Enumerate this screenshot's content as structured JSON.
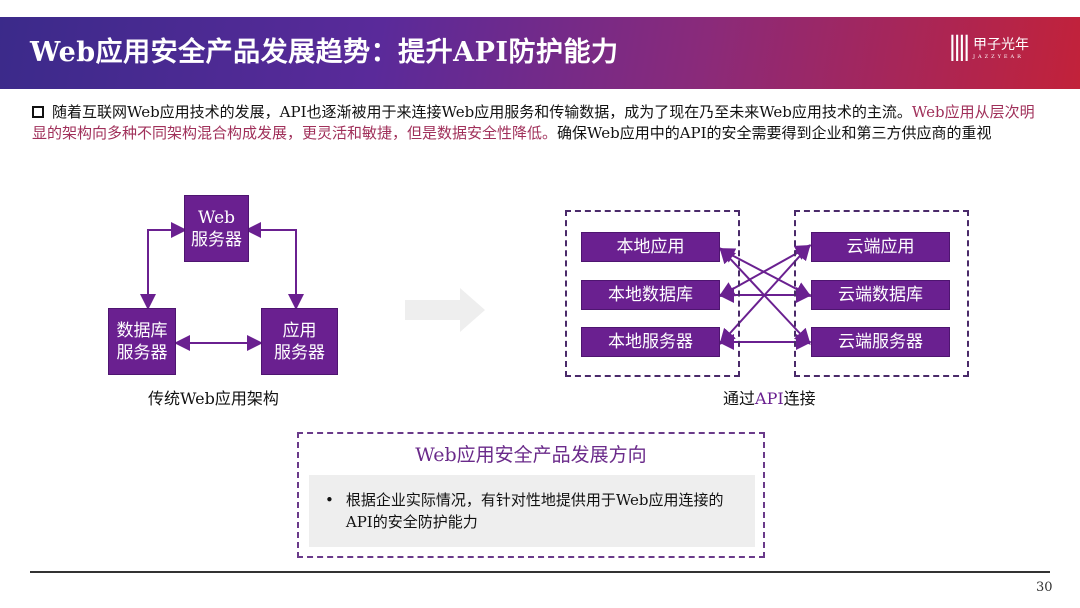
{
  "header": {
    "title": "Web应用安全产品发展趋势：提升API防护能力",
    "logo_text": "甲子光年",
    "logo_sub": "JAZZYEAR"
  },
  "intro": {
    "part1": "随着互联网Web应用技术的发展，API也逐渐被用于来连接Web应用服务和传输数据，成为了现在乃至未来Web应用技术的主流。",
    "part2_highlight": "Web应用从层次明显的架构向多种不同架构混合构成发展，更灵活和敏捷，但是数据安全性降低。",
    "part3": "确保Web应用中的API的安全需要得到企业和第三方供应商的重视"
  },
  "traditional": {
    "web": "Web\n服务器",
    "db": "数据库\n服务器",
    "app": "应用\n服务器",
    "caption": "传统Web应用架构"
  },
  "api": {
    "local": [
      "本地应用",
      "本地数据库",
      "本地服务器"
    ],
    "cloud": [
      "云端应用",
      "云端数据库",
      "云端服务器"
    ],
    "caption_prefix": "通过",
    "caption_highlight": "API",
    "caption_suffix": "连接"
  },
  "direction": {
    "title": "Web应用安全产品发展方向",
    "bullet": "根据企业实际情况，有针对性地提供用于Web应用连接的API的安全防护能力"
  },
  "footer": {
    "page": "30"
  },
  "colors": {
    "accent": "#6a2090",
    "highlight": "#a0305a"
  }
}
